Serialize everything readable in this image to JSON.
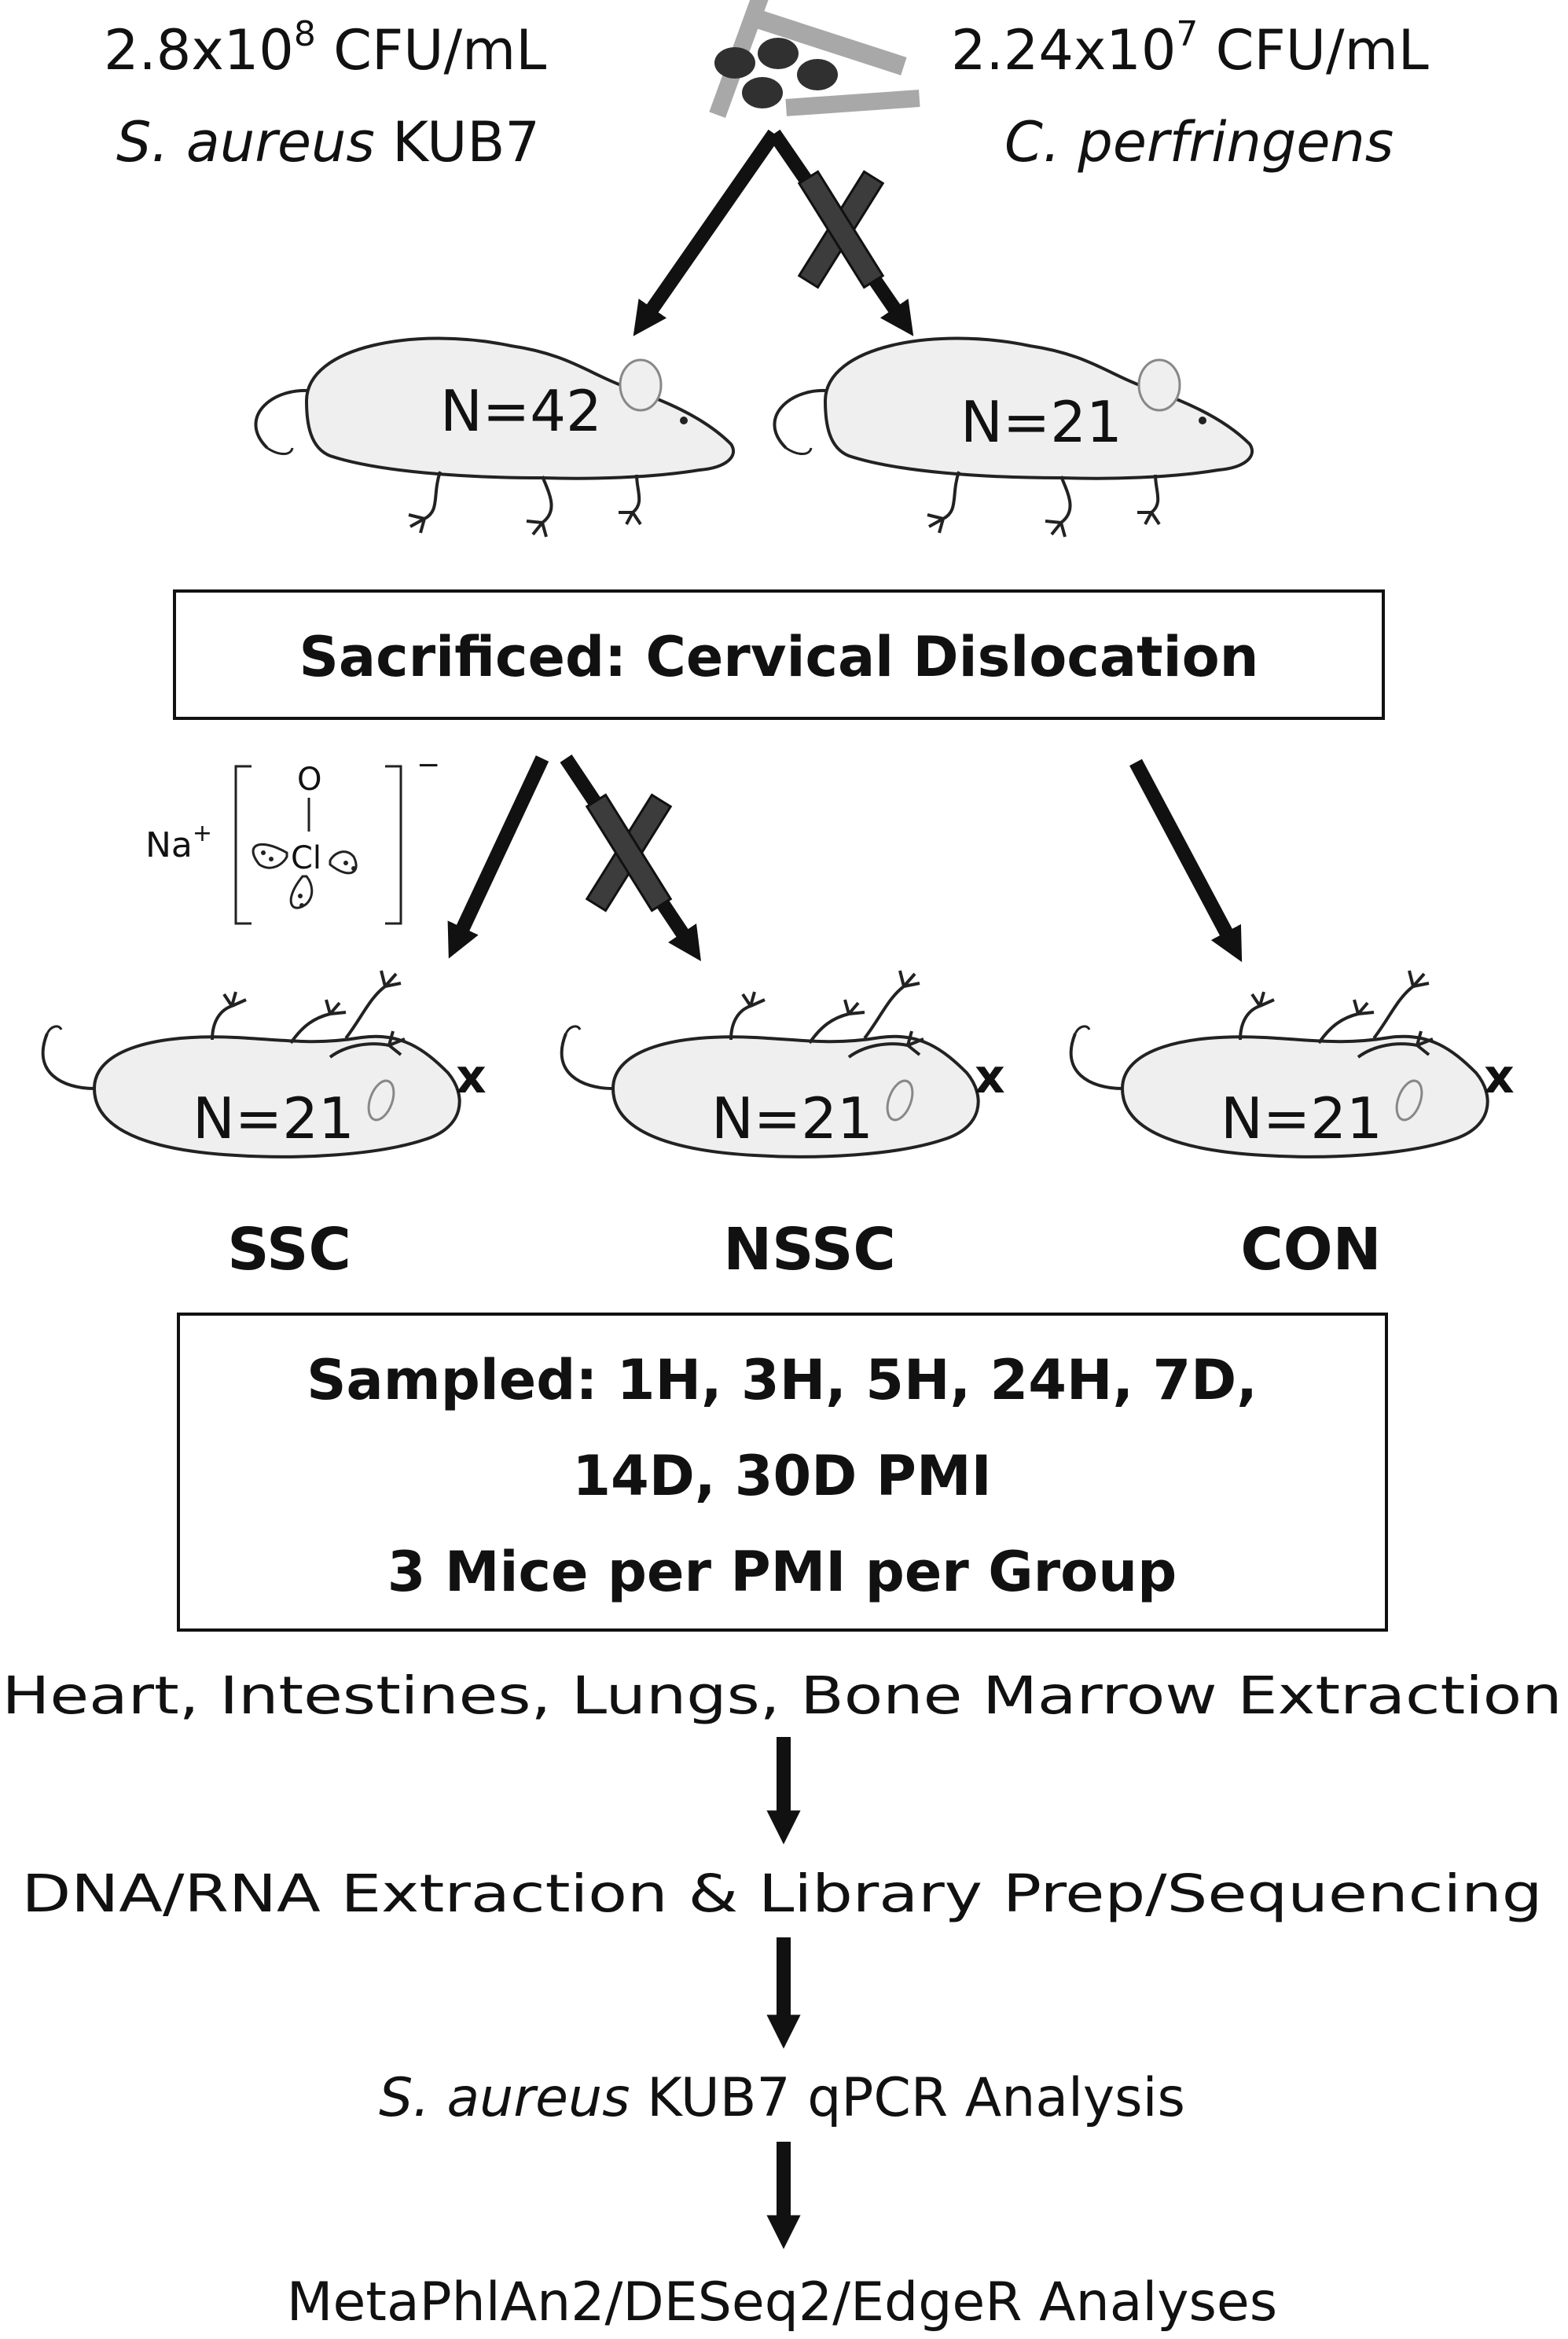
{
  "inoculum": {
    "left": {
      "concentration_base": "2.8x10",
      "concentration_exp": "8",
      "concentration_unit": " CFU/mL",
      "organism_italic": "S. aureus",
      "organism_strain": " KUB7"
    },
    "right": {
      "concentration_base": "2.24x10",
      "concentration_exp": "7",
      "concentration_unit": " CFU/mL",
      "organism_italic": "C. perfringens"
    }
  },
  "live_groups": [
    {
      "label": "N=42"
    },
    {
      "label": "N=21"
    }
  ],
  "sacrifice_box": "Sacrificed: Cervical Dislocation",
  "hypochlorite": {
    "cation": "Na",
    "cation_charge": "+",
    "oxygen": "O",
    "chlorine": "Cl",
    "anion_charge": "−"
  },
  "groups": [
    {
      "label": "N=21",
      "marker": "x",
      "name": "SSC"
    },
    {
      "label": "N=21",
      "marker": "x",
      "name": "NSSC"
    },
    {
      "label": "N=21",
      "marker": "x",
      "name": "CON"
    }
  ],
  "sampling_box": {
    "line1": "Sampled: 1H, 3H, 5H, 24H, 7D,",
    "line2": "14D, 30D PMI",
    "line3": "3 Mice per PMI per Group"
  },
  "steps": {
    "extraction": "Heart, Intestines, Lungs, Bone Marrow Extraction",
    "sequencing": "DNA/RNA Extraction & Library Prep/Sequencing",
    "qpcr_italic": "S. aureus",
    "qpcr_rest": " KUB7 qPCR Analysis",
    "analyses": "MetaPhlAn2/DESeq2/EdgeR Analyses"
  },
  "colors": {
    "ink": "#111111",
    "mouse_fill": "#efefef",
    "bacteria_rod": "#a8a8a8",
    "bacteria_cocci": "#303030",
    "blocked_x": "#3c3c3c"
  }
}
